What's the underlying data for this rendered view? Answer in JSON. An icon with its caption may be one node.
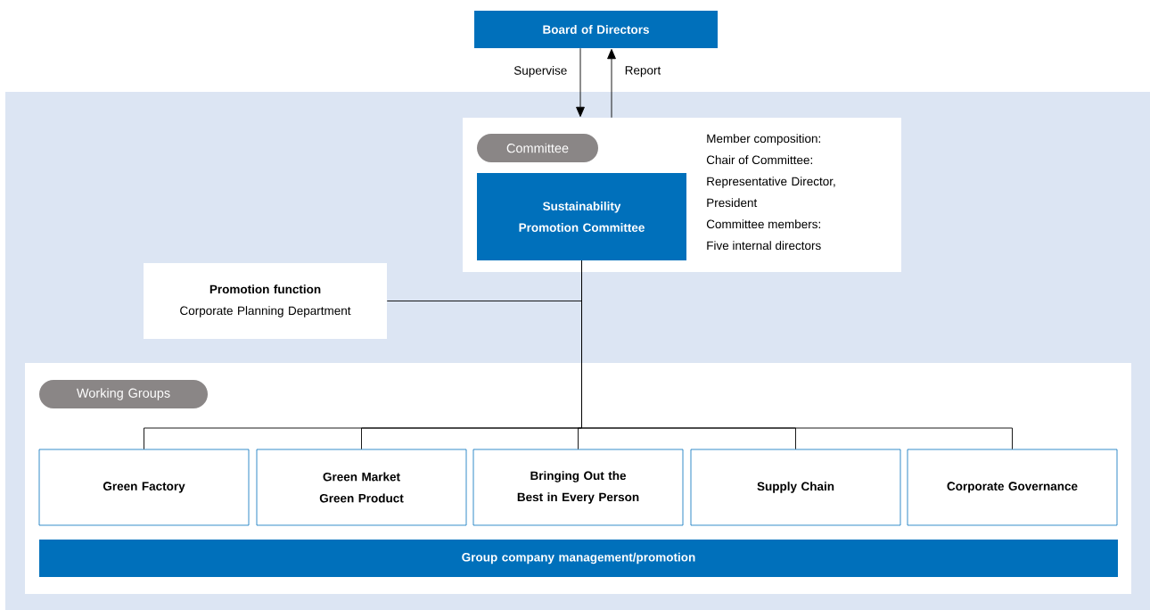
{
  "diagram": {
    "nodes": [
      {
        "text": [
          "Board of Directors"
        ]
      },
      {
        "text": [],
        "shape": "box"
      },
      {
        "text": [],
        "shape": "box",
        "in": 1
      },
      {
        "text": [
          "Committee"
        ],
        "in": 2
      },
      {
        "text": [
          "Sustainability Promotion Committee"
        ],
        "in": 2
      },
      {
        "text": [
          "Promotion function",
          "Corporate Planning Department"
        ],
        "in": 1
      },
      {
        "text": [],
        "shape": "box",
        "in": 1
      },
      {
        "text": [
          "Working Groups"
        ],
        "in": 6
      },
      {
        "text": [
          "Green Factory"
        ],
        "in": 6
      },
      {
        "text": [
          "Green Market Green Product"
        ],
        "in": 6
      },
      {
        "text": [
          "Bringing Out the Best in Every Person"
        ],
        "in": 6
      },
      {
        "text": [
          "Supply Chain"
        ],
        "in": 6
      },
      {
        "text": [
          "Corporate Governance"
        ],
        "in": 6
      },
      {
        "text": [
          "Group company management/promotion"
        ],
        "in": 6
      }
    ],
    "edges": [
      {
        "from": 0,
        "to": 2,
        "arrow": "to",
        "label": "Supervise"
      },
      {
        "from": 2,
        "to": 0,
        "arrow": "to",
        "label": "Report"
      },
      {
        "from": 4,
        "to": 5,
        "arrow": "none"
      },
      {
        "from": 4,
        "to": 8,
        "arrow": "none"
      },
      {
        "from": 4,
        "to": 9,
        "arrow": "none"
      },
      {
        "from": 4,
        "to": 10,
        "arrow": "none"
      },
      {
        "from": 4,
        "to": 11,
        "arrow": "none"
      },
      {
        "from": 4,
        "to": 12,
        "arrow": "none"
      }
    ],
    "labels": [
      "Member composition:",
      "Chair of Committee:",
      "Representative Director, President",
      "Committee members:",
      "Five internal directors"
    ]
  }
}
